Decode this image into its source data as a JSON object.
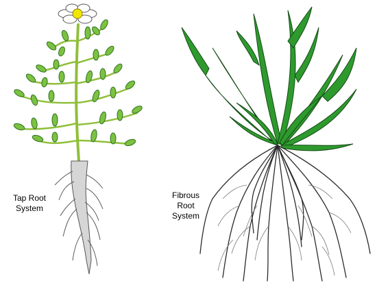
{
  "labels": {
    "tap_line1": "Tap Root",
    "tap_line2": "System",
    "fibrous_line1": "Fibrous",
    "fibrous_line2": "Root",
    "fibrous_line3": "System"
  },
  "colors": {
    "leaf": "#2e9a2e",
    "leaf_light": "#7cc242",
    "stem": "#8fbf3a",
    "tap_root": "#c9c9c9",
    "fibrous_root": "#2a2a2a",
    "petal": "#ffffff",
    "flower_center": "#f2e600"
  }
}
